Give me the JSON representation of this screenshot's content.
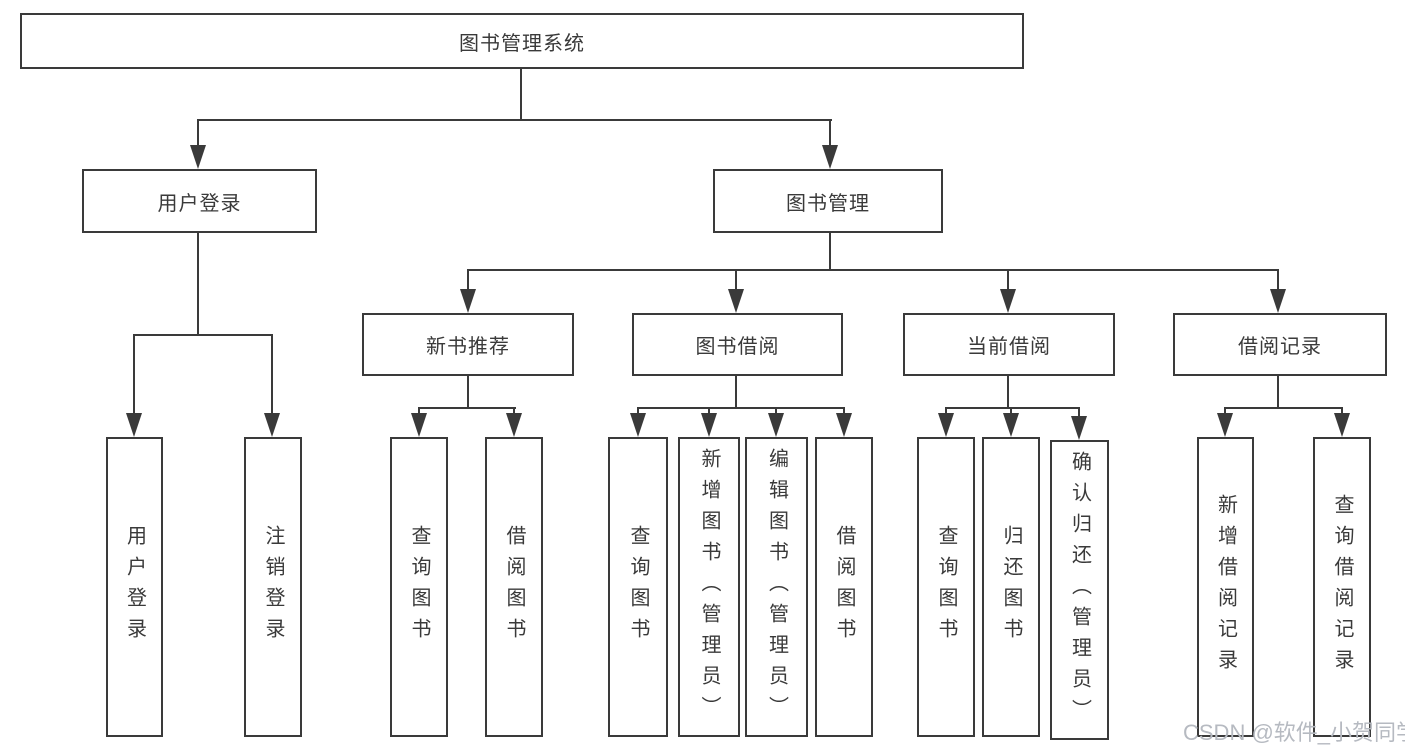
{
  "title": "图书管理系统",
  "watermark": "CSDN @软件_小贺同学",
  "colors": {
    "line": "#3a3a3a",
    "text": "#3a3a3a",
    "background": "#ffffff",
    "watermark": "#b6bac1"
  },
  "tree": {
    "root": {
      "label": "图书管理系统"
    },
    "branches": [
      {
        "label": "用户登录",
        "children": [
          {
            "label": "用户登录"
          },
          {
            "label": "注销登录"
          }
        ]
      },
      {
        "label": "图书管理",
        "children": [
          {
            "label": "新书推荐",
            "children": [
              {
                "label": "查询图书"
              },
              {
                "label": "借阅图书"
              }
            ]
          },
          {
            "label": "图书借阅",
            "children": [
              {
                "label": "查询图书"
              },
              {
                "label": "新增图书（管理员）"
              },
              {
                "label": "编辑图书（管理员）"
              },
              {
                "label": "借阅图书"
              }
            ]
          },
          {
            "label": "当前借阅",
            "children": [
              {
                "label": "查询图书"
              },
              {
                "label": "归还图书"
              },
              {
                "label": "确认归还（管理员）"
              }
            ]
          },
          {
            "label": "借阅记录",
            "children": [
              {
                "label": "新增借阅记录"
              },
              {
                "label": "查询借阅记录"
              }
            ]
          }
        ]
      }
    ]
  }
}
